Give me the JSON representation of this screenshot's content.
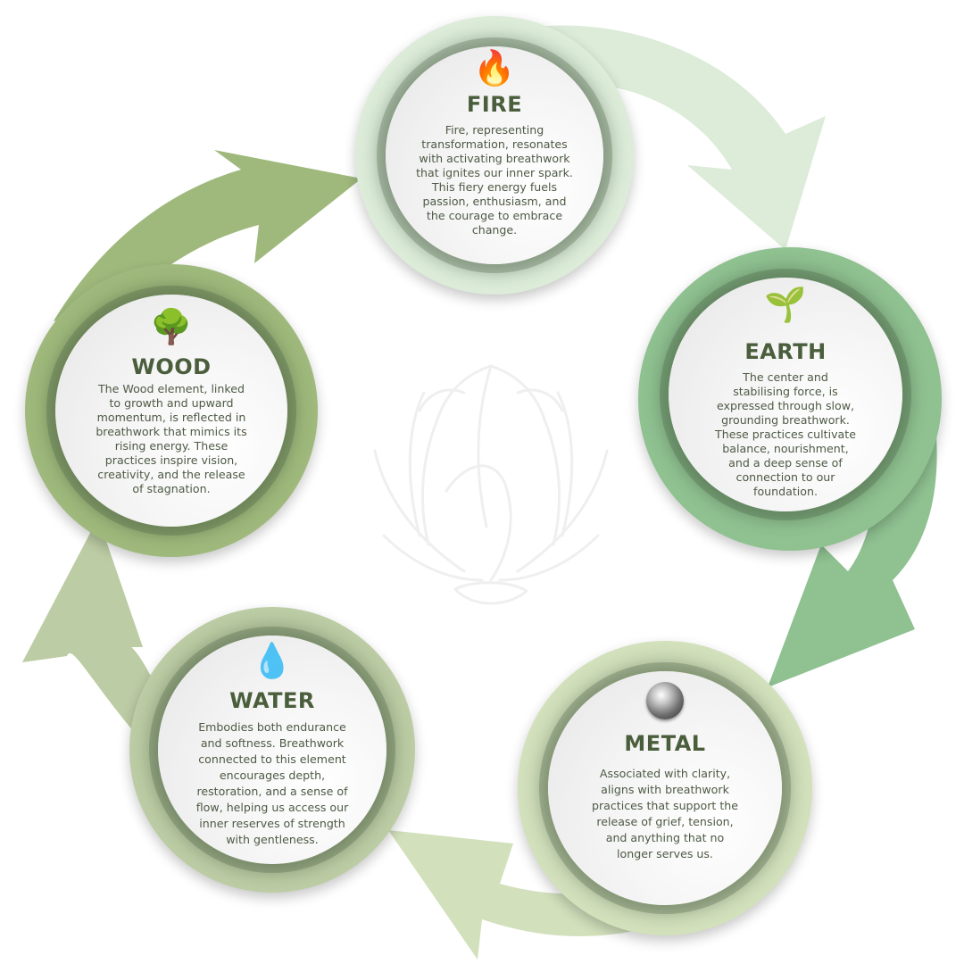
{
  "diagram": {
    "type": "cycle",
    "direction": "clockwise",
    "colors": {
      "fire_ring": "#dcecd9",
      "earth_ring": "#8fc191",
      "metal_ring": "#d2e0bc",
      "water_ring": "#bccca4",
      "wood_ring": "#9fb97c",
      "title_text": "#4a5e3c",
      "body_text": "#4d5a44"
    },
    "elements": [
      {
        "id": "fire",
        "title": "FIRE",
        "icon": "fire-icon",
        "icon_glyph": "🔥",
        "lines": [
          "Fire, representing",
          "transformation, resonates",
          "with activating breathwork",
          "that ignites our inner spark.",
          "This fiery energy fuels",
          "passion, enthusiasm, and",
          "the courage to embrace",
          "change."
        ],
        "next": "earth"
      },
      {
        "id": "earth",
        "title": "EARTH",
        "icon": "seedling-icon",
        "icon_glyph": "🌱",
        "lines": [
          "The center and",
          "stabilising force, is",
          "expressed through slow,",
          "grounding breathwork.",
          "These practices cultivate",
          "balance, nourishment,",
          "and a deep sense of",
          "connection to our",
          "foundation."
        ],
        "next": "metal"
      },
      {
        "id": "metal",
        "title": "METAL",
        "icon": "metal-ball-icon",
        "icon_glyph": "",
        "lines": [
          "Associated with clarity,",
          "aligns with breathwork",
          "practices that support the",
          "release of grief, tension,",
          "and anything that no",
          "longer serves us."
        ],
        "next": "water"
      },
      {
        "id": "water",
        "title": "WATER",
        "icon": "water-drop-icon",
        "icon_glyph": "💧",
        "lines": [
          "Embodies both endurance",
          "and softness. Breathwork",
          "connected to this element",
          "encourages depth,",
          "restoration, and a sense of",
          "flow, helping us access our",
          "inner reserves of strength",
          "with gentleness."
        ],
        "next": "wood"
      },
      {
        "id": "wood",
        "title": "WOOD",
        "icon": "tree-icon",
        "icon_glyph": "🌳",
        "lines": [
          "The Wood element, linked",
          "to growth and upward",
          "momentum, is reflected in",
          "breathwork that mimics its",
          "rising energy. These",
          "practices inspire vision,",
          "creativity, and the release",
          "of stagnation."
        ],
        "next": "fire"
      }
    ],
    "center_illustration": "artichoke-line-art"
  }
}
